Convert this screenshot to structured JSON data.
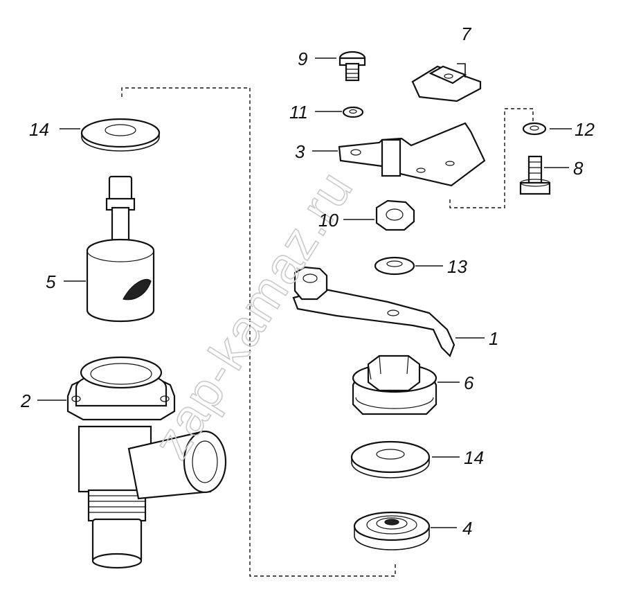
{
  "watermark": "zap-kamaz.ru",
  "labels": {
    "l1": "1",
    "l2": "2",
    "l3": "3",
    "l4": "4",
    "l5": "5",
    "l6": "6",
    "l7": "7",
    "l8": "8",
    "l9": "9",
    "l10": "10",
    "l11": "11",
    "l12": "12",
    "l13": "13",
    "l14_top": "14",
    "l14_bottom": "14"
  }
}
